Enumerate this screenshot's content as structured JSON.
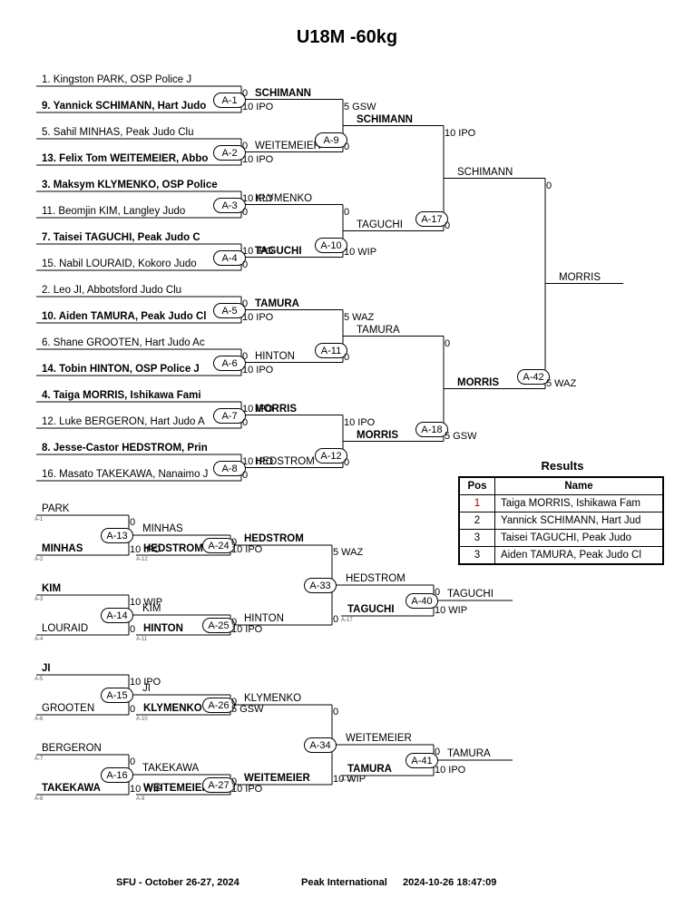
{
  "title": "U18M -60kg",
  "competitors": [
    {
      "label": "1. Kingston PARK, OSP Police J",
      "bold": false
    },
    {
      "label": "9. Yannick SCHIMANN, Hart Judo",
      "bold": true
    },
    {
      "label": "5. Sahil MINHAS, Peak Judo Clu",
      "bold": false
    },
    {
      "label": "13. Felix Tom WEITEMEIER, Abbo",
      "bold": true
    },
    {
      "label": "3. Maksym KLYMENKO, OSP Police",
      "bold": true
    },
    {
      "label": "11. Beomjin KIM, Langley Judo",
      "bold": false
    },
    {
      "label": "7. Taisei TAGUCHI, Peak Judo C",
      "bold": true
    },
    {
      "label": "15. Nabil LOURAID, Kokoro Judo",
      "bold": false
    },
    {
      "label": "2. Leo JI, Abbotsford Judo Clu",
      "bold": false
    },
    {
      "label": "10. Aiden TAMURA, Peak Judo Cl",
      "bold": true
    },
    {
      "label": "6. Shane GROOTEN, Hart Judo Ac",
      "bold": false
    },
    {
      "label": "14. Tobin HINTON, OSP Police J",
      "bold": true
    },
    {
      "label": "4. Taiga MORRIS, Ishikawa Fami",
      "bold": true
    },
    {
      "label": "12. Luke BERGERON, Hart Judo A",
      "bold": false
    },
    {
      "label": "8. Jesse-Castor HEDSTROM, Prin",
      "bold": true
    },
    {
      "label": "16. Masato TAKEKAWA, Nanaimo J",
      "bold": false
    }
  ],
  "matches": [
    {
      "id": "A-1",
      "winner": "SCHIMANN",
      "winner_bold": true,
      "score_top": "0",
      "score_bottom": "10 IPO"
    },
    {
      "id": "A-2",
      "winner": "WEITEMEIER",
      "winner_bold": false,
      "score_top": "0",
      "score_bottom": "10 IPO"
    },
    {
      "id": "A-3",
      "winner": "KLYMENKO",
      "winner_bold": false,
      "score_top": "10 IPO",
      "score_bottom": "0"
    },
    {
      "id": "A-4",
      "winner": "TAGUCHI",
      "winner_bold": true,
      "score_top": "10 IPO",
      "score_bottom": "0"
    },
    {
      "id": "A-5",
      "winner": "TAMURA",
      "winner_bold": true,
      "score_top": "0",
      "score_bottom": "10 IPO"
    },
    {
      "id": "A-6",
      "winner": "HINTON",
      "winner_bold": false,
      "score_top": "0",
      "score_bottom": "10 IPO"
    },
    {
      "id": "A-7",
      "winner": "MORRIS",
      "winner_bold": true,
      "score_top": "10 IPO",
      "score_bottom": "0"
    },
    {
      "id": "A-8",
      "winner": "HEDSTROM",
      "winner_bold": false,
      "score_top": "10 IPO",
      "score_bottom": "0"
    },
    {
      "id": "A-9",
      "winner": "SCHIMANN",
      "winner_bold": true,
      "score_top": "5 GSW",
      "score_bottom": "0"
    },
    {
      "id": "A-10",
      "winner": "TAGUCHI",
      "winner_bold": false,
      "score_top": "0",
      "score_bottom": "10 WIP"
    },
    {
      "id": "A-11",
      "winner": "TAMURA",
      "winner_bold": false,
      "score_top": "5 WAZ",
      "score_bottom": "0"
    },
    {
      "id": "A-12",
      "winner": "MORRIS",
      "winner_bold": true,
      "score_top": "10 IPO",
      "score_bottom": "0"
    },
    {
      "id": "A-17",
      "winner": "SCHIMANN",
      "winner_bold": false,
      "score_top": "10 IPO",
      "score_bottom": "0"
    },
    {
      "id": "A-18",
      "winner": "MORRIS",
      "winner_bold": true,
      "score_top": "0",
      "score_bottom": "5 GSW"
    },
    {
      "id": "A-42",
      "winner": "MORRIS",
      "winner_bold": false,
      "score_top": "0",
      "score_bottom": "5 WAZ"
    }
  ],
  "repechage": {
    "entries": [
      {
        "name": "PARK",
        "bold": false,
        "ref": "A-1"
      },
      {
        "name": "MINHAS",
        "bold": true,
        "ref": "A-2"
      },
      {
        "name": "KIM",
        "bold": true,
        "ref": "A-3"
      },
      {
        "name": "LOURAID",
        "bold": false,
        "ref": "A-4"
      },
      {
        "name": "JI",
        "bold": true,
        "ref": "A-5"
      },
      {
        "name": "GROOTEN",
        "bold": false,
        "ref": "A-6"
      },
      {
        "name": "BERGERON",
        "bold": false,
        "ref": "A-7"
      },
      {
        "name": "TAKEKAWA",
        "bold": true,
        "ref": "A-8"
      }
    ],
    "inserts": [
      {
        "name": "HEDSTROM",
        "bold": true,
        "ref": "A-12"
      },
      {
        "name": "HINTON",
        "bold": true,
        "ref": "A-11"
      },
      {
        "name": "KLYMENKO",
        "bold": true,
        "ref": "A-10"
      },
      {
        "name": "WEITEMEIER",
        "bold": true,
        "ref": "A-9"
      },
      {
        "name": "TAGUCHI",
        "bold": true,
        "ref": "A-17"
      },
      {
        "name": "TAMURA",
        "bold": true,
        "ref": "A-18"
      }
    ],
    "matches": [
      {
        "id": "A-13",
        "winner": "MINHAS",
        "score_top": "0",
        "score_bottom": "10 IPO"
      },
      {
        "id": "A-14",
        "winner": "KIM",
        "score_top": "10 WIP",
        "score_bottom": "0"
      },
      {
        "id": "A-15",
        "winner": "JI",
        "score_top": "10 IPO",
        "score_bottom": "0"
      },
      {
        "id": "A-16",
        "winner": "TAKEKAWA",
        "score_top": "0",
        "score_bottom": "10 WIP"
      },
      {
        "id": "A-24",
        "winner": "HEDSTROM",
        "winner_bold": true,
        "score_top": "0",
        "score_bottom": "10 IPO"
      },
      {
        "id": "A-25",
        "winner": "HINTON",
        "score_top": "0",
        "score_bottom": "10 IPO"
      },
      {
        "id": "A-26",
        "winner": "KLYMENKO",
        "score_top": "0",
        "score_bottom": "5 GSW"
      },
      {
        "id": "A-27",
        "winner": "WEITEMEIER",
        "winner_bold": true,
        "score_top": "0",
        "score_bottom": "10 IPO"
      },
      {
        "id": "A-33",
        "winner": "HEDSTROM",
        "score_top": "5 WAZ",
        "score_bottom": "0"
      },
      {
        "id": "A-34",
        "winner": "WEITEMEIER",
        "score_top": "0",
        "score_bottom": "10 WIP"
      },
      {
        "id": "A-40",
        "winner": "TAGUCHI",
        "score_top": "0",
        "score_bottom": "10 WIP"
      },
      {
        "id": "A-41",
        "winner": "TAMURA",
        "score_top": "0",
        "score_bottom": "10 IPO"
      }
    ]
  },
  "results": {
    "title": "Results",
    "headers": [
      "Pos",
      "Name"
    ],
    "rows": [
      {
        "pos": "1",
        "name": "Taiga MORRIS, Ishikawa Fam"
      },
      {
        "pos": "2",
        "name": "Yannick SCHIMANN, Hart Jud"
      },
      {
        "pos": "3",
        "name": "Taisei TAGUCHI, Peak Judo"
      },
      {
        "pos": "3",
        "name": "Aiden TAMURA, Peak Judo Cl"
      }
    ]
  },
  "footer": {
    "venue": "SFU - October 26-27, 2024",
    "event": "Peak International",
    "timestamp": "2024-10-26 18:47:09"
  },
  "colors": {
    "line": "#000000",
    "first_place_pos": "#8b0000"
  }
}
